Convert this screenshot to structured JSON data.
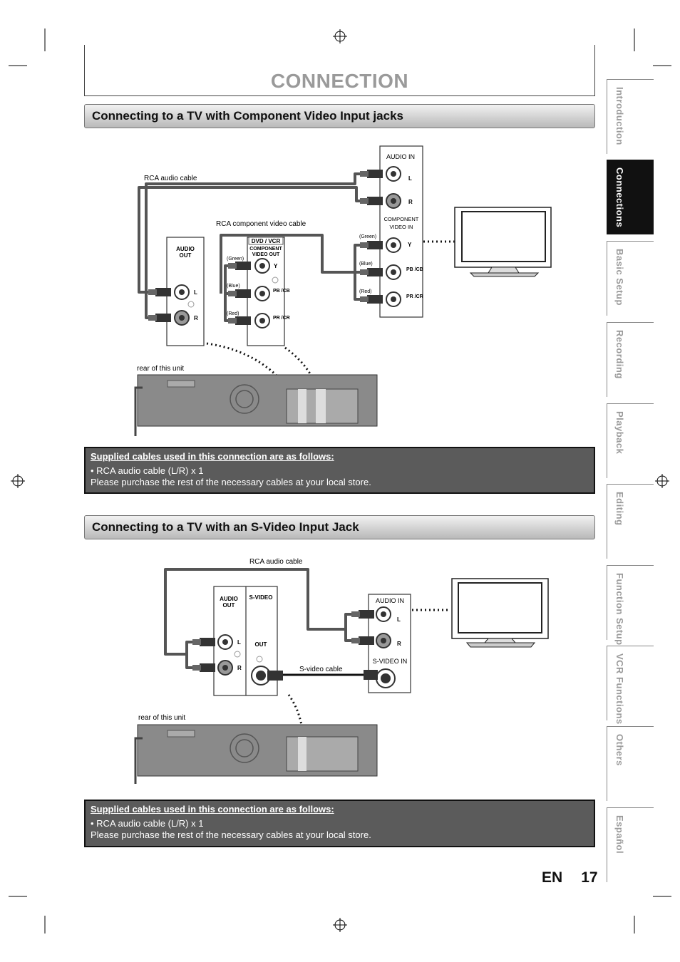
{
  "header": {
    "title": "CONNECTION"
  },
  "sections": [
    {
      "title": "Connecting to a TV with Component Video Input jacks",
      "labels": {
        "rca_audio_cable": "RCA audio cable",
        "rca_component_cable": "RCA component video cable",
        "rear_of_unit": "rear of this unit",
        "audio_out": [
          "AUDIO",
          "OUT"
        ],
        "dvd_vcr": "DVD / VCR",
        "component_video_out": [
          "COMPONENT",
          "VIDEO OUT"
        ],
        "audio_in": "AUDIO IN",
        "component_video_in": [
          "COMPONENT",
          "VIDEO IN"
        ],
        "green": "(Green)",
        "blue": "(Blue)",
        "red": "(Red)",
        "L": "L",
        "R": "R",
        "Y": "Y",
        "PB": "PB /CB",
        "PR": "PR /CR"
      }
    },
    {
      "title": "Connecting to a TV with an S-Video Input Jack",
      "labels": {
        "rca_audio_cable": "RCA audio cable",
        "svideo_cable": "S-video cable",
        "rear_of_unit": "rear of this unit",
        "audio_out": [
          "AUDIO",
          "OUT"
        ],
        "svideo": "S-VIDEO",
        "out": "OUT",
        "audio_in": "AUDIO IN",
        "svideo_in": "S-VIDEO IN",
        "L": "L",
        "R": "R"
      }
    }
  ],
  "info_boxes": [
    {
      "heading": "Supplied cables used in this connection are as follows:",
      "line1": "• RCA audio cable (L/R) x 1",
      "line2": "Please purchase the rest of the necessary cables at your local store."
    },
    {
      "heading": "Supplied cables used in this connection are as follows:",
      "line1": "• RCA audio cable (L/R) x 1",
      "line2": "Please purchase the rest of the necessary cables at your local store."
    }
  ],
  "side_tabs": [
    {
      "label": "Introduction",
      "active": false
    },
    {
      "label": "Connections",
      "active": true
    },
    {
      "label": "Basic Setup",
      "active": false
    },
    {
      "label": "Recording",
      "active": false
    },
    {
      "label": "Playback",
      "active": false
    },
    {
      "label": "Editing",
      "active": false
    },
    {
      "label": "Function Setup",
      "active": false
    },
    {
      "label": "VCR Functions",
      "active": false
    },
    {
      "label": "Others",
      "active": false
    },
    {
      "label": "Español",
      "active": false
    }
  ],
  "footer": {
    "lang": "EN",
    "page": "17"
  },
  "colors": {
    "accent_dark": "#111111",
    "info_bg": "#5b5b5b",
    "title_grey": "#9a9a9a"
  }
}
